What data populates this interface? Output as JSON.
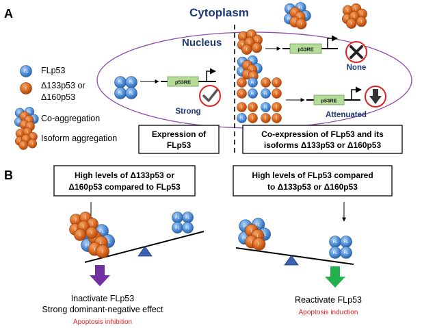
{
  "panel_a": {
    "label": "A",
    "cytoplasm": "Cytoplasm",
    "nucleus": "Nucleus",
    "legend": {
      "flp53": "FLp53",
      "iso_line1": "Δ133p53 or",
      "iso_line2": "Δ160p53",
      "coagg": "Co-aggregation",
      "isoagg": "Isoform aggregation"
    },
    "molecule_fl": "FL",
    "molecule_iso": "I",
    "response_element": "p53RE",
    "outcomes": {
      "strong": "Strong",
      "none": "None",
      "attenuated": "Attenuated"
    },
    "box_left": {
      "line1": "Expression of",
      "line2": "FLp53"
    },
    "box_right": {
      "line1": "Co-expression of FLp53 and its",
      "line2": "isoforms Δ133p53 or Δ160p53"
    }
  },
  "panel_b": {
    "label": "B",
    "box_left": {
      "line1": "High levels of Δ133p53 or",
      "line2": "Δ160p53 compared to FLp53"
    },
    "box_right": {
      "line1": "High levels of FLp53 compared",
      "line2": "to Δ133p53 or Δ160p53"
    },
    "left_result": {
      "line1": "Inactivate FLp53",
      "line2": "Strong dominant-negative effect",
      "line3": "Apoptosis inhibition"
    },
    "right_result": {
      "line1": "Reactivate FLp53",
      "line2": "Apoptosis induction"
    }
  },
  "colors": {
    "flp53_blue": "#4f8fd8",
    "isoform_orange": "#d9661c",
    "nucleus_purple": "#8e4aa8",
    "title_navy": "#1f3a7a",
    "gene_green": "#b6dc9a",
    "arrow_purple": "#7030a0",
    "arrow_green": "#22b14c",
    "apoptosis_red": "#e02020",
    "fulcrum_blue": "#3b62b0"
  }
}
